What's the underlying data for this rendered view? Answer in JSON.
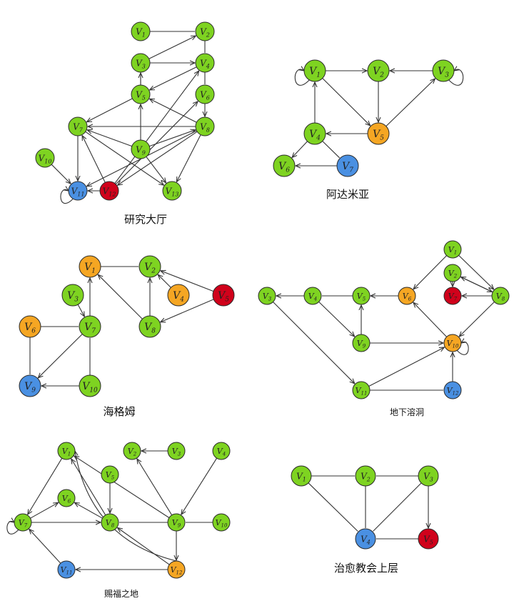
{
  "colors": {
    "green": "#7ed321",
    "blue": "#4a90e2",
    "red": "#d0021b",
    "orange": "#f5a623",
    "edge": "#333333"
  },
  "graphs": [
    {
      "id": "g1",
      "title": "研究大厅",
      "nodes": [
        {
          "id": "1",
          "label": "V",
          "sub": "1",
          "color": "green"
        },
        {
          "id": "2",
          "label": "V",
          "sub": "2",
          "color": "green"
        },
        {
          "id": "3",
          "label": "V",
          "sub": "3",
          "color": "green"
        },
        {
          "id": "4",
          "label": "V",
          "sub": "4",
          "color": "green"
        },
        {
          "id": "5",
          "label": "V",
          "sub": "5",
          "color": "green"
        },
        {
          "id": "6",
          "label": "V",
          "sub": "6",
          "color": "green"
        },
        {
          "id": "7",
          "label": "V",
          "sub": "7",
          "color": "green"
        },
        {
          "id": "8",
          "label": "V",
          "sub": "8",
          "color": "green"
        },
        {
          "id": "9",
          "label": "V",
          "sub": "9",
          "color": "green"
        },
        {
          "id": "10",
          "label": "V",
          "sub": "10",
          "color": "green"
        },
        {
          "id": "11",
          "label": "V",
          "sub": "11",
          "color": "blue"
        },
        {
          "id": "12",
          "label": "V",
          "sub": "12",
          "color": "red"
        },
        {
          "id": "13",
          "label": "V",
          "sub": "13",
          "color": "green"
        }
      ]
    },
    {
      "id": "g2",
      "title": "阿达米亚",
      "nodes": [
        {
          "id": "1",
          "label": "V",
          "sub": "1",
          "color": "green"
        },
        {
          "id": "2",
          "label": "V",
          "sub": "2",
          "color": "green"
        },
        {
          "id": "3",
          "label": "V",
          "sub": "3",
          "color": "green"
        },
        {
          "id": "4",
          "label": "V",
          "sub": "4",
          "color": "green"
        },
        {
          "id": "5",
          "label": "V",
          "sub": "5",
          "color": "orange"
        },
        {
          "id": "6",
          "label": "V",
          "sub": "6",
          "color": "green"
        },
        {
          "id": "7",
          "label": "V",
          "sub": "7",
          "color": "blue"
        }
      ]
    },
    {
      "id": "g3",
      "title": "海格姆",
      "nodes": [
        {
          "id": "1",
          "label": "V",
          "sub": "1",
          "color": "orange"
        },
        {
          "id": "2",
          "label": "V",
          "sub": "2",
          "color": "green"
        },
        {
          "id": "3",
          "label": "V",
          "sub": "3",
          "color": "green"
        },
        {
          "id": "4",
          "label": "V",
          "sub": "4",
          "color": "orange"
        },
        {
          "id": "5",
          "label": "V",
          "sub": "5",
          "color": "red"
        },
        {
          "id": "6",
          "label": "V",
          "sub": "6",
          "color": "orange"
        },
        {
          "id": "7",
          "label": "V",
          "sub": "7",
          "color": "green"
        },
        {
          "id": "8",
          "label": "V",
          "sub": "8",
          "color": "green"
        },
        {
          "id": "9",
          "label": "V",
          "sub": "9",
          "color": "blue"
        },
        {
          "id": "10",
          "label": "V",
          "sub": "10",
          "color": "green"
        }
      ]
    },
    {
      "id": "g4",
      "title": "地下溶洞",
      "nodes": [
        {
          "id": "1",
          "label": "V",
          "sub": "1",
          "color": "green"
        },
        {
          "id": "2",
          "label": "V",
          "sub": "2",
          "color": "green"
        },
        {
          "id": "3",
          "label": "V",
          "sub": "3",
          "color": "green"
        },
        {
          "id": "4",
          "label": "V",
          "sub": "4",
          "color": "green"
        },
        {
          "id": "5",
          "label": "V",
          "sub": "5",
          "color": "green"
        },
        {
          "id": "6",
          "label": "V",
          "sub": "6",
          "color": "orange"
        },
        {
          "id": "7",
          "label": "V",
          "sub": "7",
          "color": "red"
        },
        {
          "id": "8",
          "label": "V",
          "sub": "8",
          "color": "green"
        },
        {
          "id": "9",
          "label": "V",
          "sub": "9",
          "color": "green"
        },
        {
          "id": "10",
          "label": "V",
          "sub": "10",
          "color": "orange"
        },
        {
          "id": "11",
          "label": "V",
          "sub": "11",
          "color": "green"
        },
        {
          "id": "12",
          "label": "V",
          "sub": "12",
          "color": "blue"
        }
      ]
    },
    {
      "id": "g5",
      "title": "赐福之地",
      "nodes": [
        {
          "id": "1",
          "label": "V",
          "sub": "1",
          "color": "green"
        },
        {
          "id": "2",
          "label": "V",
          "sub": "2",
          "color": "green"
        },
        {
          "id": "3",
          "label": "V",
          "sub": "3",
          "color": "green"
        },
        {
          "id": "4",
          "label": "V",
          "sub": "4",
          "color": "green"
        },
        {
          "id": "5",
          "label": "V",
          "sub": "5",
          "color": "green"
        },
        {
          "id": "6",
          "label": "V",
          "sub": "6",
          "color": "green"
        },
        {
          "id": "7",
          "label": "V",
          "sub": "7",
          "color": "green"
        },
        {
          "id": "8",
          "label": "V",
          "sub": "8",
          "color": "green"
        },
        {
          "id": "9",
          "label": "V",
          "sub": "9",
          "color": "green"
        },
        {
          "id": "10",
          "label": "V",
          "sub": "10",
          "color": "green"
        },
        {
          "id": "11",
          "label": "V",
          "sub": "11",
          "color": "blue"
        },
        {
          "id": "12",
          "label": "V",
          "sub": "12",
          "color": "orange"
        }
      ]
    },
    {
      "id": "g6",
      "title": "治愈教会上层",
      "nodes": [
        {
          "id": "1",
          "label": "V",
          "sub": "1",
          "color": "green"
        },
        {
          "id": "2",
          "label": "V",
          "sub": "2",
          "color": "green"
        },
        {
          "id": "3",
          "label": "V",
          "sub": "3",
          "color": "green"
        },
        {
          "id": "4",
          "label": "V",
          "sub": "4",
          "color": "blue"
        },
        {
          "id": "5",
          "label": "V",
          "sub": "5",
          "color": "red"
        }
      ]
    }
  ]
}
